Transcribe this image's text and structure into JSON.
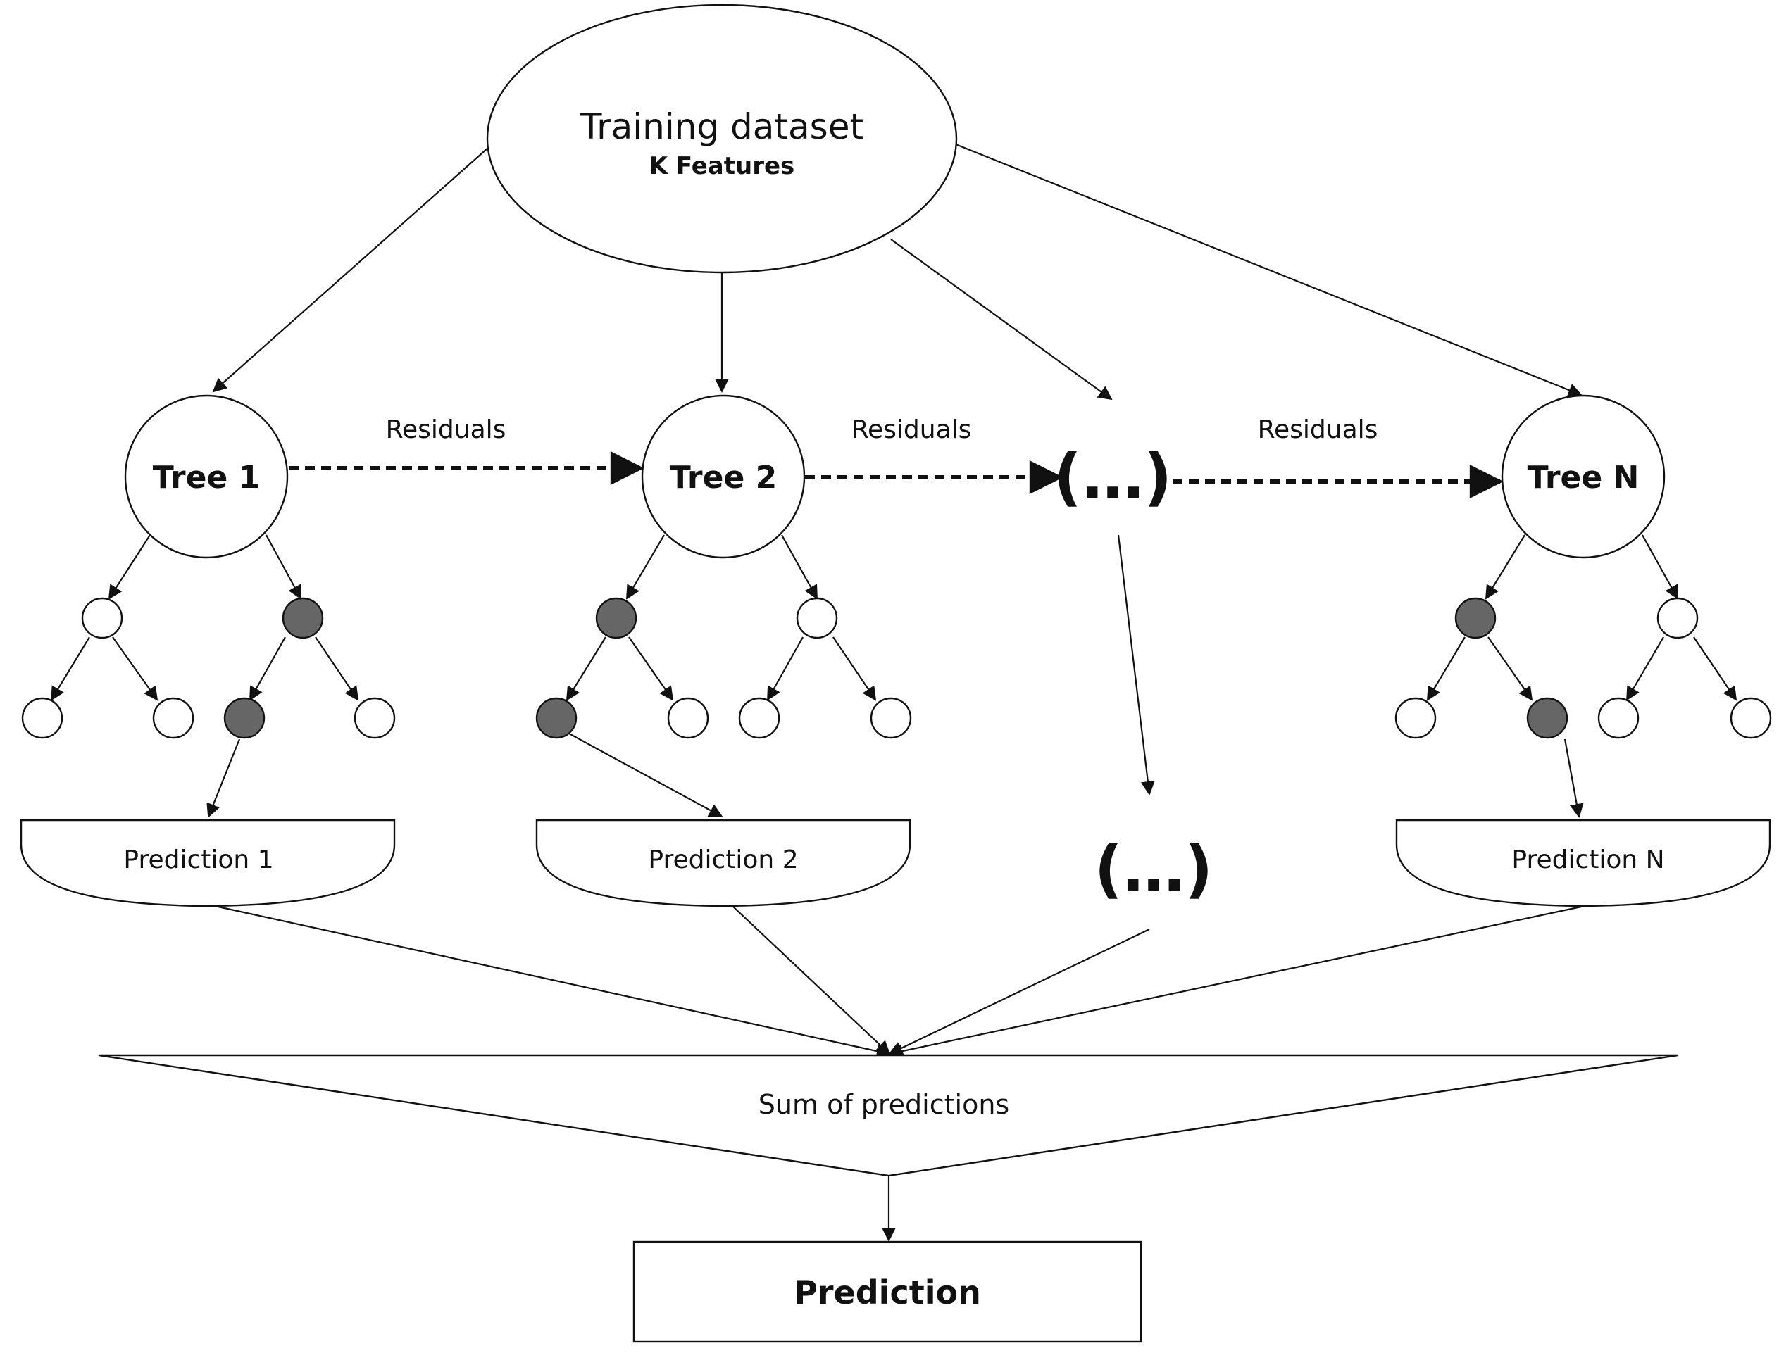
{
  "training": {
    "title": "Training dataset",
    "subtitle": "K Features"
  },
  "trees": [
    {
      "label": "Tree 1"
    },
    {
      "label": "Tree 2"
    },
    {
      "label": "Tree N"
    }
  ],
  "ellipsis": "(…)",
  "residuals": [
    "Residuals",
    "Residuals",
    "Residuals"
  ],
  "predictions": [
    "Prediction 1",
    "Prediction 2",
    "Prediction N"
  ],
  "sum_label": "Sum of predictions",
  "final_prediction": "Prediction",
  "colors": {
    "line": "#111111",
    "filled_node": "#666666",
    "background": "#ffffff"
  }
}
